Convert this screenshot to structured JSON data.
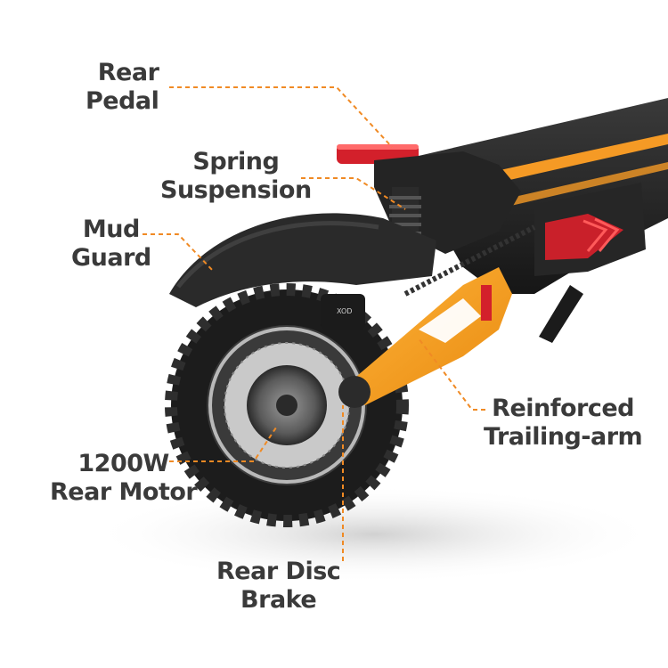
{
  "labels": {
    "rear_pedal": [
      "Rear",
      "Pedal"
    ],
    "spring_suspension": [
      "Spring",
      "Suspension"
    ],
    "mud_guard": [
      "Mud",
      "Guard"
    ],
    "reinforced_trailing_arm": [
      "Reinforced",
      "Trailing-arm"
    ],
    "rear_motor": [
      "1200W",
      "Rear Motor"
    ],
    "rear_disc_brake": [
      "Rear Disc",
      "Brake"
    ]
  },
  "colors": {
    "leader": "#f08a24",
    "label_text": "#3a3a3a",
    "accent_orange": "#f5a020",
    "deck_dark": "#1f1f1f",
    "tail_light": "#d3202b"
  },
  "icons": {
    "image": "electric-scooter-rear-wheel-photo"
  }
}
